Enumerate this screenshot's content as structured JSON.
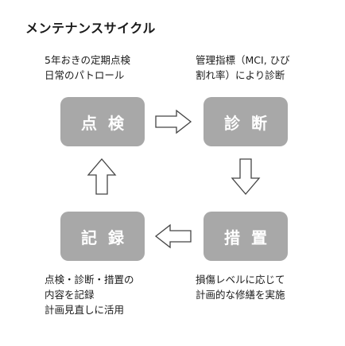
{
  "title": "メンテナンスサイクル",
  "captions": {
    "top_left": [
      "5年おきの定期点検",
      "日常のパトロール"
    ],
    "top_right": [
      "管理指標（MCI, ひび",
      "割れ率）により診断"
    ],
    "bottom_left": [
      "点検・診断・措置の",
      "内容を記録",
      "計画見直しに活用"
    ],
    "bottom_right": [
      "損傷レベルに応じて",
      "計画的な修繕を実施"
    ]
  },
  "boxes": {
    "inspection": "点検",
    "diagnosis": "診断",
    "measures": "措置",
    "record": "記録"
  },
  "colors": {
    "box_fill": "#a8a8a8",
    "box_text": "#ffffff",
    "arrow_stroke": "#444444"
  },
  "arrows": [
    "arrow-right-icon",
    "arrow-down-icon",
    "arrow-left-icon",
    "arrow-up-icon"
  ]
}
